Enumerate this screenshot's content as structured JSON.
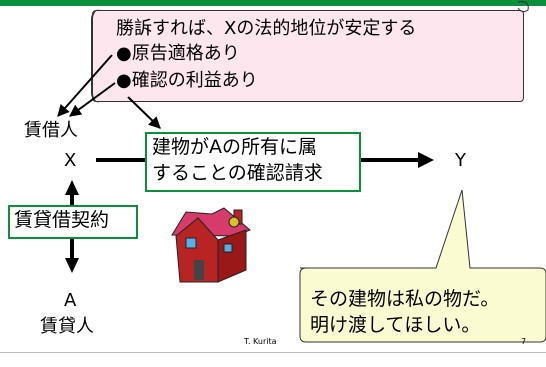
{
  "scroll": {
    "line1": "勝訴すれば、Xの法的地位が安定する",
    "line2": "●原告適格あり",
    "line3": "●確認の利益あり"
  },
  "diagram": {
    "lessee_label": "賃借人",
    "party_x": "X",
    "party_y": "Y",
    "claim_line1": "建物がAの所有に属",
    "claim_line2": "することの確認請求",
    "contract_label": "賃貸借契約",
    "party_a": "A",
    "lessor_label": "賃貸人"
  },
  "bubble": {
    "line1": "その建物は私の物だ。",
    "line2": "明け渡してほしい。"
  },
  "footer": {
    "author": "T. Kurita",
    "page": "7"
  },
  "colors": {
    "accent_green": "#0b8f3a",
    "scroll_fill": "#fde6ee",
    "bubble_fill": "#fbfbd2",
    "house_red": "#b82424"
  },
  "icons": [
    "house-icon"
  ]
}
